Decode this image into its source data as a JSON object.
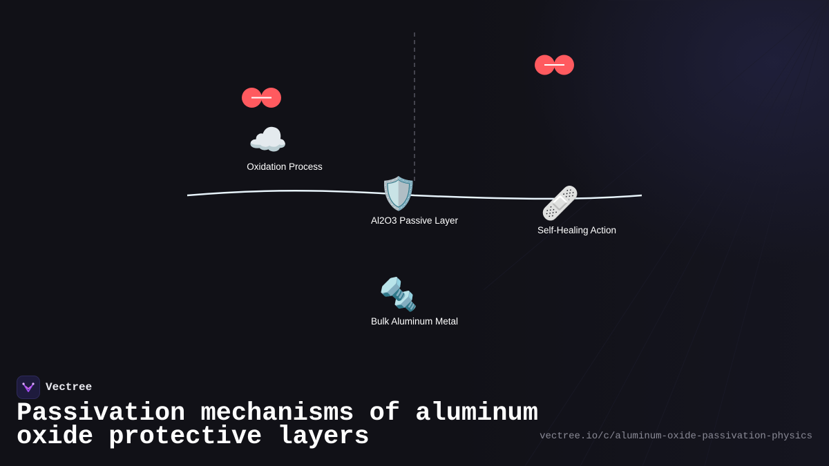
{
  "diagram": {
    "nodes": [
      {
        "id": "oxidation",
        "emoji": "☁️",
        "icon": "cloud-icon",
        "label": "Oxidation Process"
      },
      {
        "id": "passive",
        "emoji": "🛡️",
        "icon": "shield-icon",
        "label": "Al2O3 Passive Layer"
      },
      {
        "id": "healing",
        "emoji": "🩹",
        "icon": "bandage-icon",
        "label": "Self-Healing Action"
      },
      {
        "id": "bulk",
        "emoji": "🔩",
        "icon": "nut-and-bolt-icon",
        "label": "Bulk Aluminum Metal"
      }
    ],
    "oxygen_molecules": [
      {
        "id": "o2-left",
        "icon": "oxygen-molecule-icon"
      },
      {
        "id": "o2-right",
        "icon": "oxygen-molecule-icon"
      }
    ],
    "colors": {
      "oxygen": "#ff5a5f",
      "surface_line": "#e8f4fb",
      "divider": "#555560"
    }
  },
  "brand": {
    "name": "Vectree",
    "logo_icon": "vectree-logo-icon",
    "accent": "#a04cf0"
  },
  "footer": {
    "title": "Passivation mechanisms of aluminum oxide protective layers",
    "url": "vectree.io/c/aluminum-oxide-passivation-physics"
  }
}
